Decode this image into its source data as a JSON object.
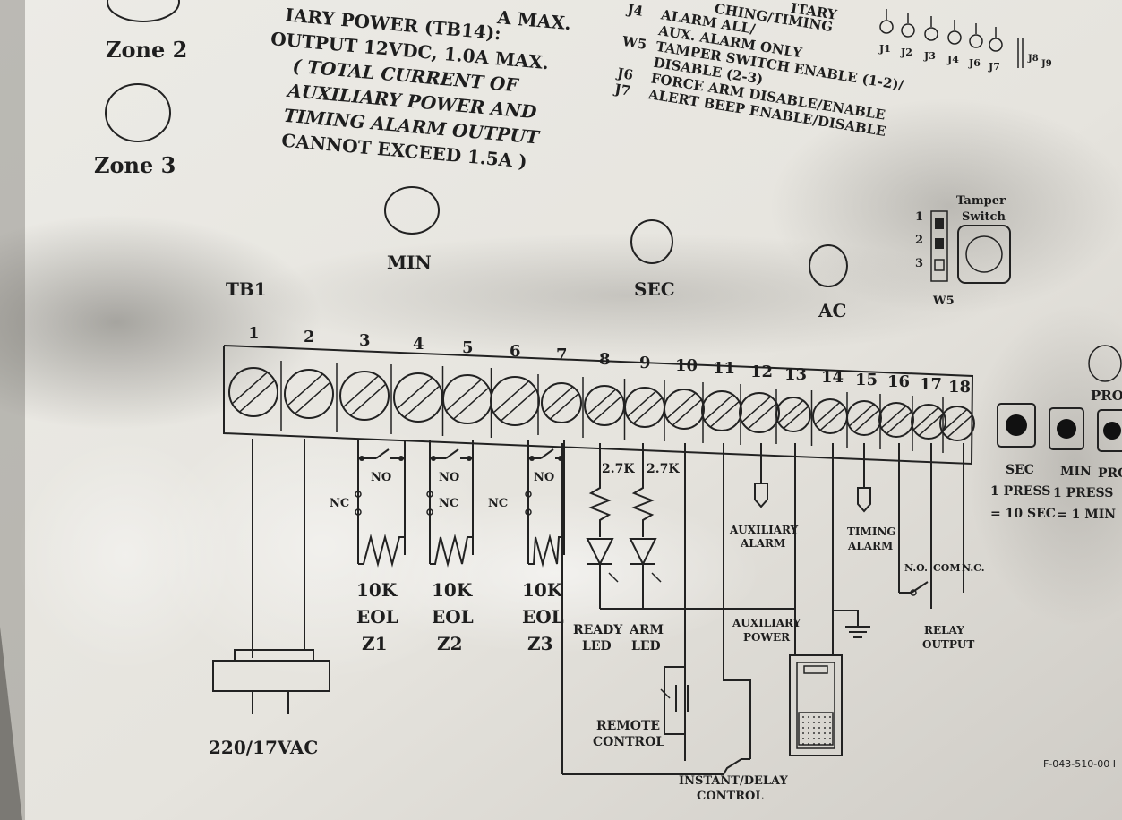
{
  "top_left_notes": {
    "line0": "A MAX.",
    "line1": "IARY POWER (TB14):",
    "line2": "OUTPUT 12VDC, 1.0A MAX.",
    "line3": "( TOTAL CURRENT OF",
    "line4": "AUXILIARY POWER AND",
    "line5": "TIMING ALARM OUTPUT",
    "line6": "CANNOT EXCEED 1.5A )"
  },
  "zones": {
    "zone2": "Zone 2",
    "zone3": "Zone 3"
  },
  "jumper_notes": {
    "line0": "ITARY",
    "line1": "CHING/TIMING",
    "j4_code": "J4",
    "j4_text": "ALARM ALL/",
    "j4_text2": "AUX. ALARM ONLY",
    "w5_code": "W5",
    "w5_text": "TAMPER SWITCH ENABLE (1-2)/",
    "w5_text2": "DISABLE (2-3)",
    "j6_code": "J6",
    "j6_text": "FORCE ARM DISABLE/ENABLE",
    "j7_code": "J7",
    "j7_text": "ALERT BEEP ENABLE/DISABLE"
  },
  "jumper_headers": [
    "J1",
    "J2",
    "J3",
    "J4",
    "J6",
    "J7"
  ],
  "j8_label": "J8",
  "j9_label": "J9",
  "leds": {
    "min": "MIN",
    "sec": "SEC",
    "ac": "AC"
  },
  "tamper": {
    "label_line1": "Tamper",
    "label_line2": "Switch",
    "w5_label": "W5",
    "pins": [
      "1",
      "2",
      "3"
    ]
  },
  "terminal_block": {
    "label": "TB1",
    "numbers": [
      "1",
      "2",
      "3",
      "4",
      "5",
      "6",
      "7",
      "8",
      "9",
      "10",
      "11",
      "12",
      "13",
      "14",
      "15",
      "16",
      "17",
      "18"
    ]
  },
  "zone_wiring": [
    {
      "no": "NO",
      "nc": "NC",
      "resistor": "10K",
      "eol": "EOL",
      "zone": "Z1"
    },
    {
      "no": "NO",
      "nc": "NC",
      "resistor": "10K",
      "eol": "EOL",
      "zone": "Z2"
    },
    {
      "no": "NO",
      "nc": "NC",
      "resistor": "10K",
      "eol": "EOL",
      "zone": "Z3"
    }
  ],
  "led_resistors": [
    "2.7K",
    "2.7K"
  ],
  "ready_led": {
    "line1": "READY",
    "line2": "LED"
  },
  "arm_led": {
    "line1": "ARM",
    "line2": "LED"
  },
  "aux_alarm": {
    "line1": "AUXILIARY",
    "line2": "ALARM"
  },
  "timing_alarm": {
    "line1": "TIMING",
    "line2": "ALARM"
  },
  "aux_power": {
    "line1": "AUXILIARY",
    "line2": "POWER"
  },
  "relay": {
    "no": "N.O.",
    "com": "COM",
    "nc": "N.C.",
    "line1": "RELAY",
    "line2": "OUTPUT"
  },
  "remote_control": {
    "line1": "REMOTE",
    "line2": "CONTROL"
  },
  "instant_delay": {
    "line1": "INSTANT/DELAY",
    "line2": "CONTROL"
  },
  "transformer_label": "220/17VAC",
  "buttons": [
    {
      "label": "SEC",
      "desc1": "1 PRESS",
      "desc2": "= 10 SEC"
    },
    {
      "label": "MIN",
      "desc1": "1 PRESS",
      "desc2": "= 1 MIN"
    },
    {
      "label": "PRO"
    }
  ],
  "prog_partial": "PROG",
  "part_number": "F-043-510-00 I"
}
